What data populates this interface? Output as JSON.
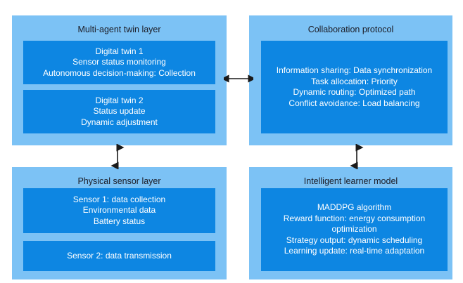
{
  "diagram": {
    "panels": [
      {
        "id": "multi-agent-twin-layer",
        "title": "Multi-agent twin layer",
        "blocks": [
          {
            "id": "digital-twin-1",
            "lines": [
              "Digital twin 1",
              "Sensor status monitoring",
              "Autonomous decision-making: Collection"
            ]
          },
          {
            "id": "digital-twin-2",
            "lines": [
              "Digital twin 2",
              "Status update",
              "Dynamic adjustment"
            ]
          }
        ]
      },
      {
        "id": "collaboration-protocol",
        "title": "Collaboration protocol",
        "blocks": [
          {
            "id": "collaboration-protocol-details",
            "lines": [
              "Information sharing: Data synchronization",
              "Task allocation: Priority",
              "Dynamic routing: Optimized path",
              "Conflict avoidance: Load balancing"
            ]
          }
        ]
      },
      {
        "id": "physical-sensor-layer",
        "title": "Physical sensor layer",
        "blocks": [
          {
            "id": "sensor-1",
            "lines": [
              "Sensor 1: data collection",
              "Environmental data",
              "Battery status"
            ]
          },
          {
            "id": "sensor-2",
            "lines": [
              "Sensor 2: data transmission"
            ]
          }
        ]
      },
      {
        "id": "intelligent-learner-model",
        "title": "Intelligent learner model",
        "blocks": [
          {
            "id": "learner-details",
            "lines": [
              "MADDPG algorithm",
              "Reward function: energy consumption optimization",
              "Strategy output: dynamic scheduling",
              "Learning update: real-time adaptation"
            ]
          }
        ]
      }
    ],
    "connectors": [
      {
        "id": "twin-to-protocol",
        "orientation": "horizontal",
        "heads": "double"
      },
      {
        "id": "twin-to-sensor",
        "orientation": "vertical",
        "heads": "double"
      },
      {
        "id": "protocol-to-learner",
        "orientation": "vertical",
        "heads": "double"
      }
    ],
    "colors": {
      "panel_background": "#7cc2f5",
      "block_background": "#0d86e2",
      "block_text": "#ffffff",
      "panel_title_text": "#1b1b24",
      "connector": "#1a1a1a",
      "canvas": "#ffffff"
    }
  }
}
